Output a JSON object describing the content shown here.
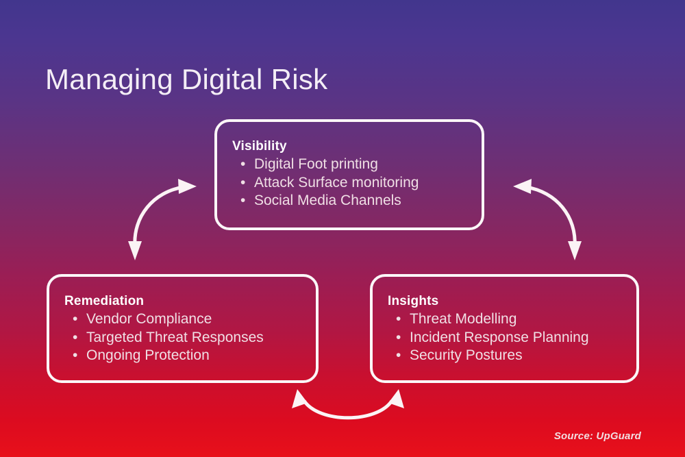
{
  "title": "Managing Digital Risk",
  "theme": {
    "gradient_top": "#42368D",
    "gradient_mid": "#9A1E55",
    "gradient_bottom": "#E8101A",
    "box_border": "#FBF6F8",
    "text_primary": "#FFFFFF",
    "text_body": "#F0DFE5"
  },
  "cards": [
    {
      "id": "visibility",
      "heading": "Visibility",
      "items": [
        "Digital Foot printing",
        "Attack Surface monitoring",
        "Social Media Channels"
      ]
    },
    {
      "id": "remediation",
      "heading": "Remediation",
      "items": [
        "Vendor Compliance",
        "Targeted Threat Responses",
        "Ongoing Protection"
      ]
    },
    {
      "id": "insights",
      "heading": "Insights",
      "items": [
        "Threat Modelling",
        "Incident Response Planning",
        "Security Postures"
      ]
    }
  ],
  "bullet_glyph": "•",
  "arrows": [
    {
      "id": "left",
      "name": "curved-double-arrow-left",
      "from": "remediation",
      "to": "visibility"
    },
    {
      "id": "right",
      "name": "curved-double-arrow-right",
      "from": "visibility",
      "to": "insights"
    },
    {
      "id": "bottom",
      "name": "curved-double-arrow-bottom",
      "from": "remediation",
      "to": "insights"
    }
  ],
  "source": "Source: UpGuard"
}
